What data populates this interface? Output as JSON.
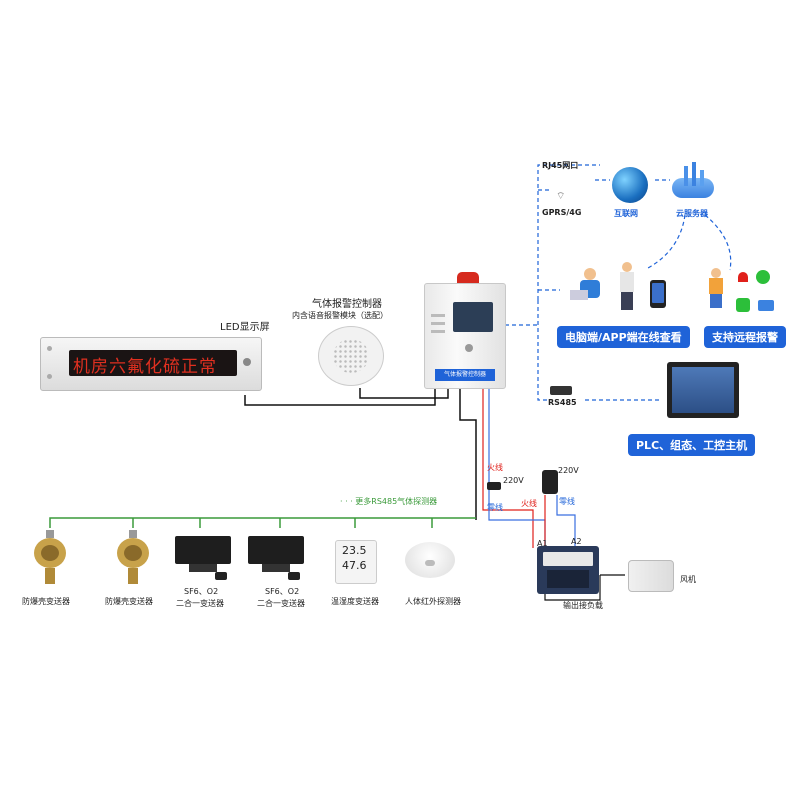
{
  "led_display": {
    "label": "LED显示屏",
    "scroll_text": "机房六氟化硫正常"
  },
  "controller": {
    "title": "气体报警控制器",
    "subtitle": "内含语音报警模块（选配）",
    "panel_label": "气体报警控制器"
  },
  "network": {
    "rj45": "RJ45网口",
    "gprs": "GPRS/4G",
    "internet": "互联网",
    "cloud": "云服务器",
    "pc_app": "电脑端/APP端在线查看",
    "remote_alarm": "支持远程报警",
    "rs485": "RS485",
    "plc": "PLC、组态、工控主机"
  },
  "bus": {
    "label": "· · · 更多RS485气体探测器"
  },
  "devices": [
    {
      "label": "防爆壳变送器"
    },
    {
      "label": "防爆壳变送器"
    },
    {
      "label": "SF6、O2",
      "label2": "二合一变送器"
    },
    {
      "label": "SF6、O2",
      "label2": "二合一变送器"
    },
    {
      "label": "温湿度变送器",
      "reading1": "23.5",
      "reading2": "47.6"
    },
    {
      "label": "人体红外探测器"
    }
  ],
  "power": {
    "live1": "火线",
    "neutral1": "零线",
    "v220_1": "220V",
    "v220_2": "220V",
    "live2": "火线",
    "neutral2": "零线",
    "a1": "A1",
    "a2": "A2",
    "output": "输出接负载",
    "fan": "风机"
  },
  "colors": {
    "accent_blue": "#1f63d8",
    "live_red": "#e0201b",
    "neutral_blue": "#3a6fe0",
    "bus_green": "#3a9a3a"
  }
}
